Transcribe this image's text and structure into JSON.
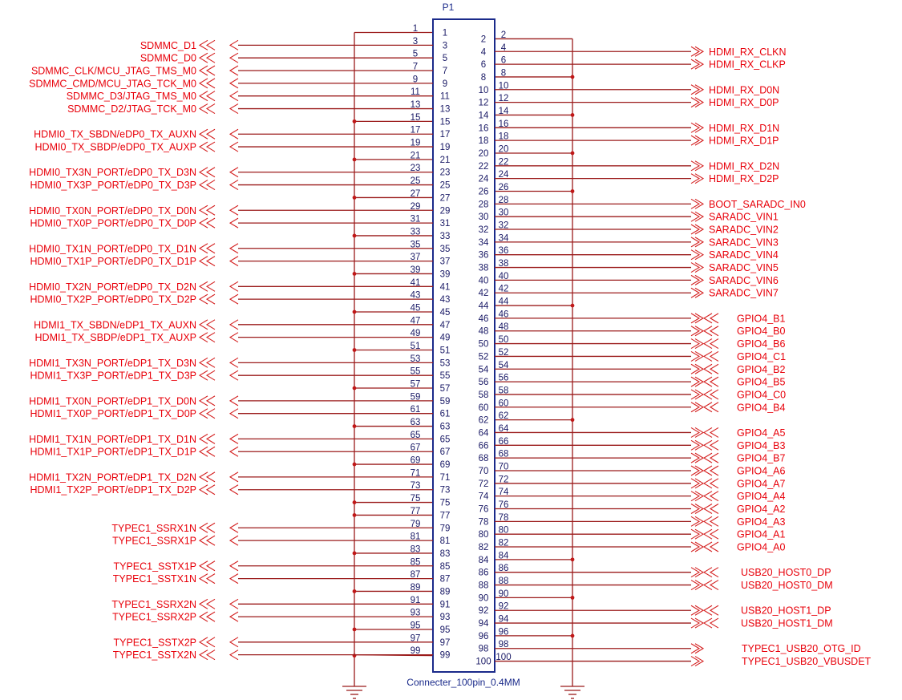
{
  "component": {
    "ref": "P1",
    "value": "Connecter_100pin_0.4MM"
  },
  "left_labels": [
    {
      "pin": 3,
      "name": "SDMMC_D1"
    },
    {
      "pin": 5,
      "name": "SDMMC_D0"
    },
    {
      "pin": 7,
      "name": "SDMMC_CLK/MCU_JTAG_TMS_M0"
    },
    {
      "pin": 9,
      "name": "SDMMC_CMD/MCU_JTAG_TCK_M0"
    },
    {
      "pin": 11,
      "name": "SDMMC_D3/JTAG_TMS_M0"
    },
    {
      "pin": 13,
      "name": "SDMMC_D2/JTAG_TCK_M0"
    },
    {
      "pin": 17,
      "name": "HDMI0_TX_SBDN/eDP0_TX_AUXN"
    },
    {
      "pin": 19,
      "name": "HDMI0_TX_SBDP/eDP0_TX_AUXP"
    },
    {
      "pin": 23,
      "name": "HDMI0_TX3N_PORT/eDP0_TX_D3N"
    },
    {
      "pin": 25,
      "name": "HDMI0_TX3P_PORT/eDP0_TX_D3P"
    },
    {
      "pin": 29,
      "name": "HDMI0_TX0N_PORT/eDP0_TX_D0N"
    },
    {
      "pin": 31,
      "name": "HDMI0_TX0P_PORT/eDP0_TX_D0P"
    },
    {
      "pin": 35,
      "name": "HDMI0_TX1N_PORT/eDP0_TX_D1N"
    },
    {
      "pin": 37,
      "name": "HDMI0_TX1P_PORT/eDP0_TX_D1P"
    },
    {
      "pin": 41,
      "name": "HDMI0_TX2N_PORT/eDP0_TX_D2N"
    },
    {
      "pin": 43,
      "name": "HDMI0_TX2P_PORT/eDP0_TX_D2P"
    },
    {
      "pin": 47,
      "name": "HDMI1_TX_SBDN/eDP1_TX_AUXN"
    },
    {
      "pin": 49,
      "name": "HDMI1_TX_SBDP/eDP1_TX_AUXP"
    },
    {
      "pin": 53,
      "name": "HDMI1_TX3N_PORT/eDP1_TX_D3N"
    },
    {
      "pin": 55,
      "name": "HDMI1_TX3P_PORT/eDP1_TX_D3P"
    },
    {
      "pin": 59,
      "name": "HDMI1_TX0N_PORT/eDP1_TX_D0N"
    },
    {
      "pin": 61,
      "name": "HDMI1_TX0P_PORT/eDP1_TX_D0P"
    },
    {
      "pin": 65,
      "name": "HDMI1_TX1N_PORT/eDP1_TX_D1N"
    },
    {
      "pin": 67,
      "name": "HDMI1_TX1P_PORT/eDP1_TX_D1P"
    },
    {
      "pin": 71,
      "name": "HDMI1_TX2N_PORT/eDP1_TX_D2N"
    },
    {
      "pin": 73,
      "name": "HDMI1_TX2P_PORT/eDP1_TX_D2P"
    },
    {
      "pin": 79,
      "name": "TYPEC1_SSRX1N"
    },
    {
      "pin": 81,
      "name": "TYPEC1_SSRX1P"
    },
    {
      "pin": 85,
      "name": "TYPEC1_SSTX1P"
    },
    {
      "pin": 87,
      "name": "TYPEC1_SSTX1N"
    },
    {
      "pin": 91,
      "name": "TYPEC1_SSRX2N"
    },
    {
      "pin": 93,
      "name": "TYPEC1_SSRX2P"
    },
    {
      "pin": 97,
      "name": "TYPEC1_SSTX2P"
    },
    {
      "pin": 99,
      "name": "TYPEC1_SSTX2N"
    }
  ],
  "right_labels": [
    {
      "pin": 4,
      "name": "HDMI_RX_CLKN"
    },
    {
      "pin": 6,
      "name": "HDMI_RX_CLKP"
    },
    {
      "pin": 10,
      "name": "HDMI_RX_D0N"
    },
    {
      "pin": 12,
      "name": "HDMI_RX_D0P"
    },
    {
      "pin": 16,
      "name": "HDMI_RX_D1N"
    },
    {
      "pin": 18,
      "name": "HDMI_RX_D1P"
    },
    {
      "pin": 22,
      "name": "HDMI_RX_D2N"
    },
    {
      "pin": 24,
      "name": "HDMI_RX_D2P"
    },
    {
      "pin": 28,
      "name": "BOOT_SARADC_IN0"
    },
    {
      "pin": 30,
      "name": "SARADC_VIN1"
    },
    {
      "pin": 32,
      "name": "SARADC_VIN2"
    },
    {
      "pin": 34,
      "name": "SARADC_VIN3"
    },
    {
      "pin": 36,
      "name": "SARADC_VIN4"
    },
    {
      "pin": 38,
      "name": "SARADC_VIN5"
    },
    {
      "pin": 40,
      "name": "SARADC_VIN6"
    },
    {
      "pin": 42,
      "name": "SARADC_VIN7"
    },
    {
      "pin": 46,
      "name": "GPIO4_B1"
    },
    {
      "pin": 48,
      "name": "GPIO4_B0"
    },
    {
      "pin": 50,
      "name": "GPIO4_B6"
    },
    {
      "pin": 52,
      "name": "GPIO4_C1"
    },
    {
      "pin": 54,
      "name": "GPIO4_B2"
    },
    {
      "pin": 56,
      "name": "GPIO4_B5"
    },
    {
      "pin": 58,
      "name": "GPIO4_C0"
    },
    {
      "pin": 60,
      "name": "GPIO4_B4"
    },
    {
      "pin": 64,
      "name": "GPIO4_A5"
    },
    {
      "pin": 66,
      "name": "GPIO4_B3"
    },
    {
      "pin": 68,
      "name": "GPIO4_B7"
    },
    {
      "pin": 70,
      "name": "GPIO4_A6"
    },
    {
      "pin": 72,
      "name": "GPIO4_A7"
    },
    {
      "pin": 74,
      "name": "GPIO4_A4"
    },
    {
      "pin": 76,
      "name": "GPIO4_A2"
    },
    {
      "pin": 78,
      "name": "GPIO4_A3"
    },
    {
      "pin": 80,
      "name": "GPIO4_A1"
    },
    {
      "pin": 82,
      "name": "GPIO4_A0"
    },
    {
      "pin": 86,
      "name": "USB20_HOST0_DP"
    },
    {
      "pin": 88,
      "name": "USB20_HOST0_DM"
    },
    {
      "pin": 92,
      "name": "USB20_HOST1_DP"
    },
    {
      "pin": 94,
      "name": "USB20_HOST1_DM"
    },
    {
      "pin": 98,
      "name": "TYPEC1_USB20_OTG_ID"
    },
    {
      "pin": 100,
      "name": "TYPEC1_USB20_VBUSDET"
    }
  ],
  "ground_pins_left": [
    1,
    15,
    21,
    27,
    33,
    39,
    45,
    51,
    57,
    63,
    69,
    75,
    77,
    83,
    89,
    95
  ],
  "ground_pins_right": [
    2,
    8,
    14,
    20,
    26,
    44,
    62,
    84,
    90,
    96
  ]
}
